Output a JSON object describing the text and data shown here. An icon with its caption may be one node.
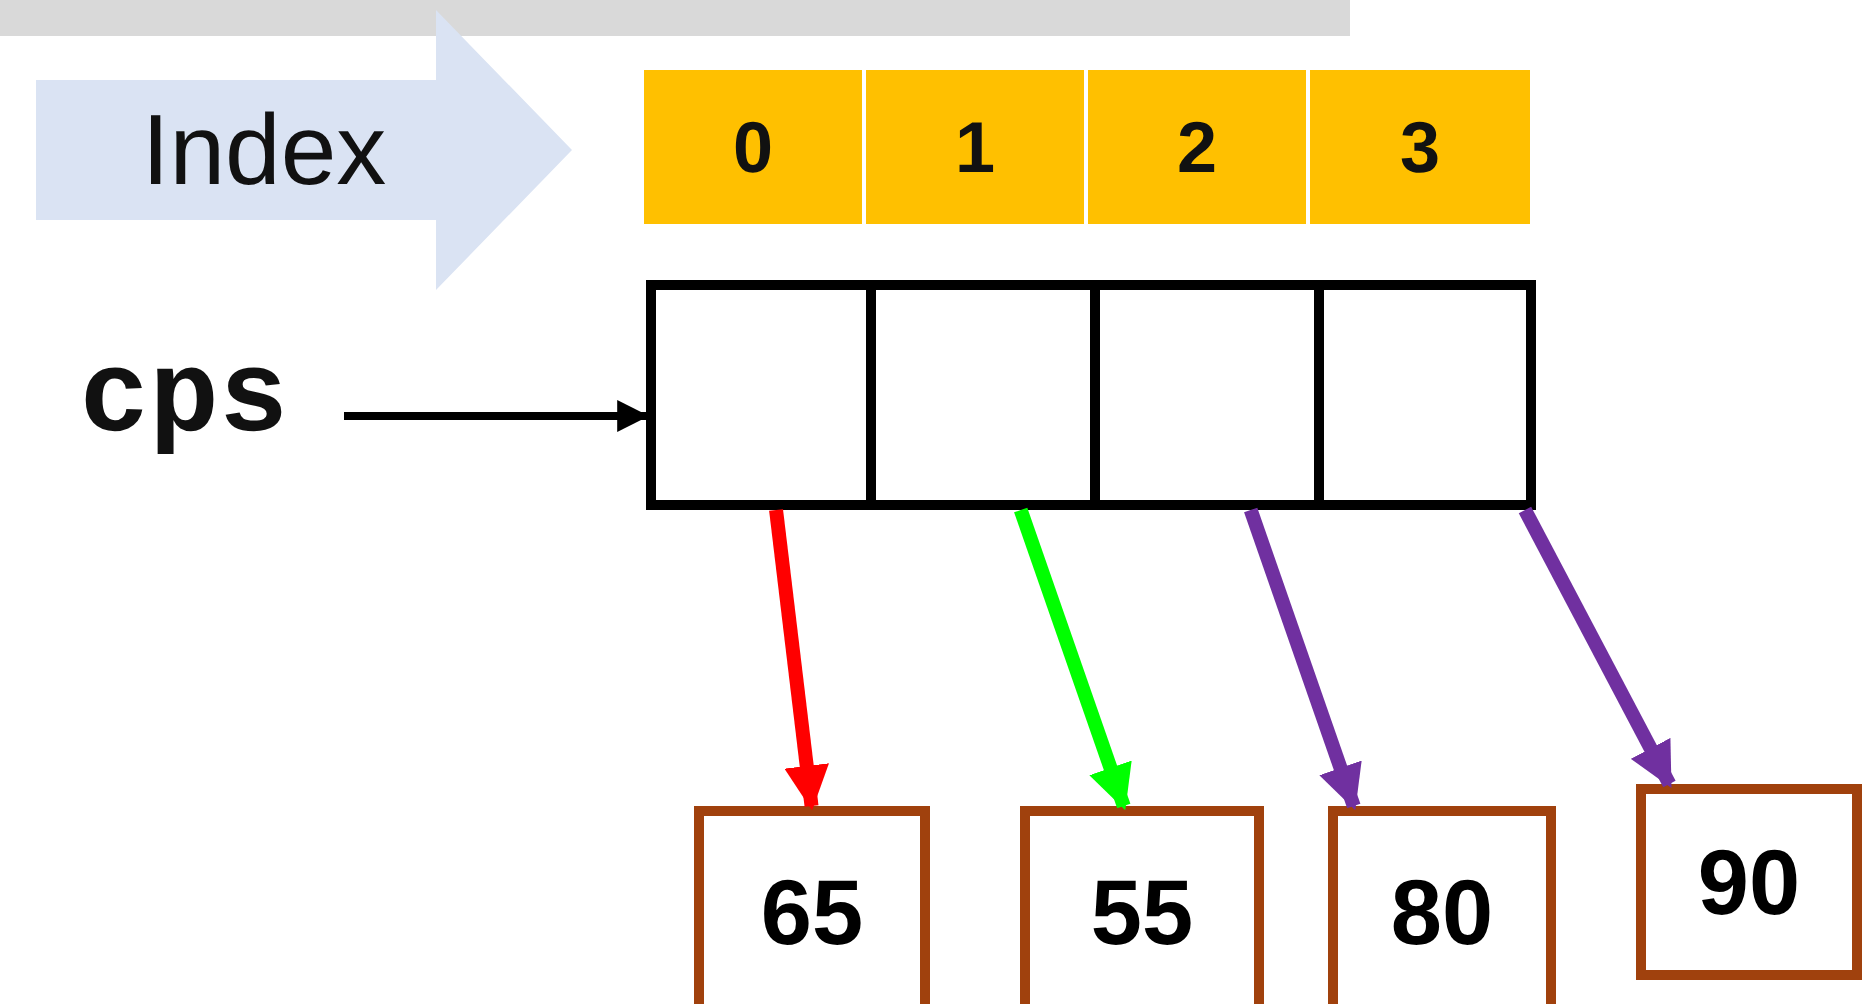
{
  "diagram": {
    "nodes": [
      {
        "text": [
          "Index"
        ]
      },
      {
        "text": [
          "0"
        ]
      },
      {
        "text": [
          "1"
        ]
      },
      {
        "text": [
          "2"
        ]
      },
      {
        "text": [
          "3"
        ]
      },
      {
        "text": [
          "cps"
        ]
      },
      {
        "text": [],
        "shape": "box"
      },
      {
        "text": [],
        "shape": "box"
      },
      {
        "text": [],
        "shape": "box"
      },
      {
        "text": [],
        "shape": "box"
      },
      {
        "text": [
          "65"
        ]
      },
      {
        "text": [
          "55"
        ]
      },
      {
        "text": [
          "80"
        ]
      },
      {
        "text": [
          "90"
        ]
      }
    ],
    "edges": [
      {
        "from": 5,
        "to": 6,
        "arrow": "to",
        "color": "#000000"
      },
      {
        "from": 6,
        "to": 10,
        "arrow": "to",
        "color": "#ff0000"
      },
      {
        "from": 7,
        "to": 11,
        "arrow": "to",
        "color": "#00ff00"
      },
      {
        "from": 8,
        "to": 12,
        "arrow": "to",
        "color": "#7030a0"
      },
      {
        "from": 9,
        "to": 13,
        "arrow": "to",
        "color": "#7030a0"
      }
    ]
  }
}
